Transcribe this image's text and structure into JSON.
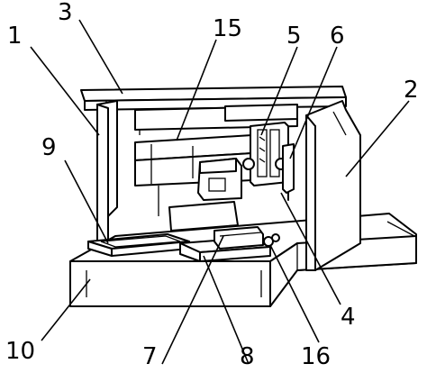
{
  "labels": {
    "l1": "1",
    "l2": "2",
    "l3": "3",
    "l4": "4",
    "l5": "5",
    "l6": "6",
    "l7": "7",
    "l8": "8",
    "l9": "9",
    "l10": "10",
    "l15": "15",
    "l16": "16"
  }
}
